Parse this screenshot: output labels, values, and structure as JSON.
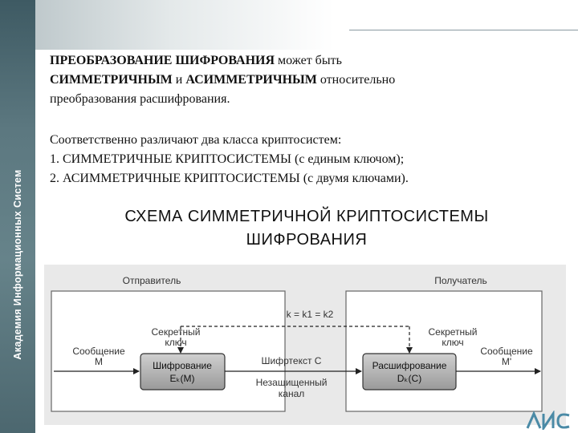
{
  "sidebar": {
    "label": "Академия Информационных Систем"
  },
  "paragraph1": {
    "l1a": "ПРЕОБРАЗОВАНИЕ ШИФРОВАНИЯ",
    "l1b": " может быть",
    "l2a": "СИММЕТРИЧНЫМ",
    "l2b": " и ",
    "l2c": "АСИММЕТРИЧНЫМ",
    "l2d": " относительно",
    "l3": "преобразования расшифрования."
  },
  "paragraph2": {
    "l1": "Соответственно различают два класса криптосистем:",
    "l2a": "1. СИММЕТРИЧНЫЕ КРИПТОСИСТЕМЫ",
    "l2b": " (с единым ключом);",
    "l3a": "2. АСИММЕТРИЧНЫЕ КРИПТОСИСТЕМЫ",
    "l3b": " (с двумя ключами)."
  },
  "heading": {
    "line1": "СХЕМА СИММЕТРИЧНОЙ КРИПТОСИСТЕМЫ",
    "line2": "ШИФРОВАНИЯ"
  },
  "diagram": {
    "sender": "Отправитель",
    "receiver": "Получатель",
    "key_relation": "k = k1 = k2",
    "secret_key_left_1": "Секретный",
    "secret_key_left_2": "ключ",
    "secret_key_right_1": "Секретный",
    "secret_key_right_2": "ключ",
    "message_left_1": "Сообщение",
    "message_left_2": "M",
    "message_right_1": "Сообщение",
    "message_right_2": "M'",
    "encrypt_box_1": "Шифрование",
    "encrypt_box_2": "Eₖ(M)",
    "decrypt_box_1": "Расшифрование",
    "decrypt_box_2": "Dₖ(C)",
    "ciphertext": "Шифртекст С",
    "channel_1": "Незащищенный",
    "channel_2": "канал"
  },
  "logo": {
    "text": "АИС"
  }
}
